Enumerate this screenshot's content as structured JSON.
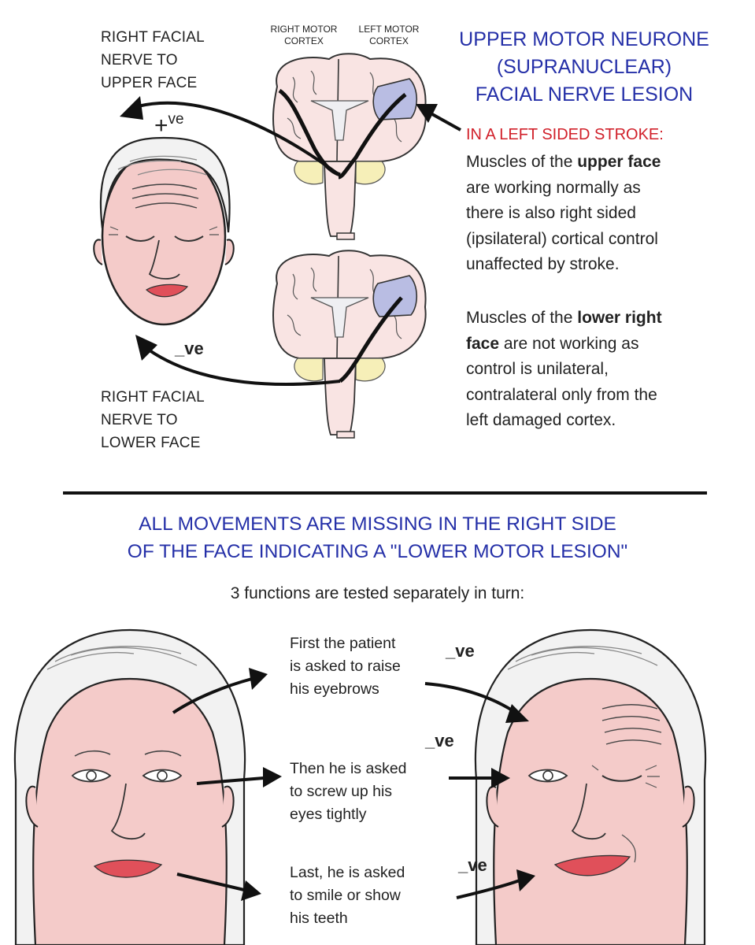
{
  "top": {
    "label_upper_nerve": [
      "RIGHT FACIAL",
      "NERVE TO",
      "UPPER FACE"
    ],
    "label_lower_nerve": [
      "RIGHT FACIAL",
      "NERVE TO",
      "LOWER FACE"
    ],
    "label_right_cortex": [
      "RIGHT MOTOR",
      "CORTEX"
    ],
    "label_left_cortex": [
      "LEFT MOTOR",
      "CORTEX"
    ],
    "upper_sign_plus": "+",
    "upper_sign_ve": "ve",
    "lower_sign": "_ve",
    "title": [
      "UPPER MOTOR NEURONE",
      "(SUPRANUCLEAR)",
      "FACIAL NERVE LESION"
    ],
    "stroke_heading": "IN A LEFT SIDED STROKE:",
    "para1": [
      [
        "Muscles of the ",
        "upper face",
        ""
      ],
      [
        "are working normally as",
        "",
        ""
      ],
      [
        "there is also right sided",
        "",
        ""
      ],
      [
        "(ipsilateral) cortical control",
        "",
        ""
      ],
      [
        "unaffected by stroke.",
        "",
        ""
      ]
    ],
    "para2": [
      [
        "Muscles of the ",
        "lower right",
        ""
      ],
      [
        "",
        "face",
        " are not working as"
      ],
      [
        "control is unilateral,",
        "",
        ""
      ],
      [
        "contralateral only from the",
        "",
        ""
      ],
      [
        "left damaged cortex.",
        "",
        ""
      ]
    ]
  },
  "bottom": {
    "title": [
      "ALL MOVEMENTS ARE MISSING IN THE RIGHT SIDE",
      "OF THE FACE INDICATING A \"LOWER MOTOR LESION\""
    ],
    "subtitle": "3 functions are tested separately in turn:",
    "step1": [
      "First the patient",
      "is asked to raise",
      "his eyebrows"
    ],
    "step2": [
      "Then he is asked",
      "to screw up his",
      "eyes tightly"
    ],
    "step3": [
      "Last, he is asked",
      "to smile or show",
      "his teeth"
    ],
    "step1_sign": "_ve",
    "step2_sign": "_ve",
    "step3_sign": "_ve"
  },
  "colors": {
    "title_blue": "#2530a8",
    "heading_red": "#d1202a",
    "skin": "#f4cbc9",
    "hair": "#f2f2f2",
    "cortex_highlight": "#b9bde3",
    "brainstem_yellow": "#f6efb8",
    "lips": "#e0505a"
  }
}
